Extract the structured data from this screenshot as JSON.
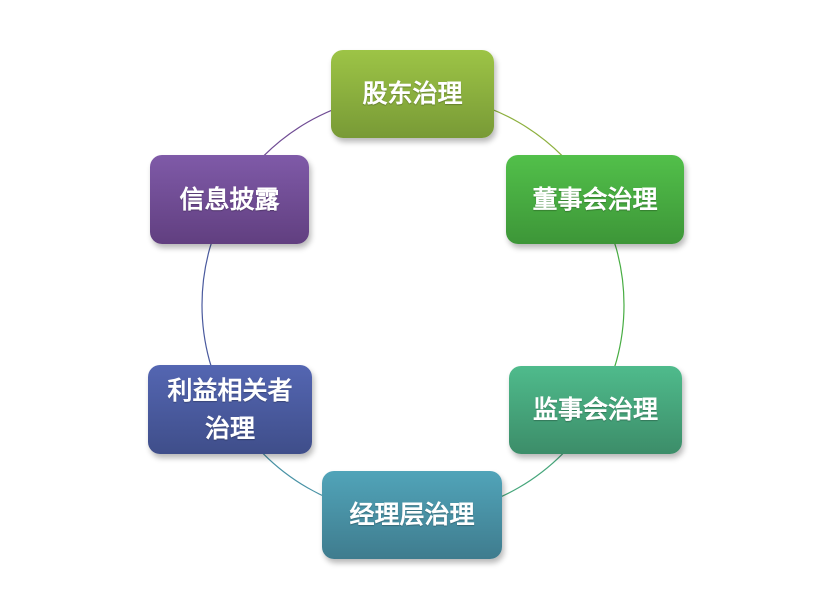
{
  "nodes": [
    {
      "label": "股东治理",
      "color": "#8db03e"
    },
    {
      "label": "董事会治理",
      "color": "#48ad43"
    },
    {
      "label": "监事会治理",
      "color": "#46a67b"
    },
    {
      "label": "经理层治理",
      "color": "#4892a5"
    },
    {
      "label": "利益相关者治理",
      "color": "#4a5a9e"
    },
    {
      "label": "信息披露",
      "color": "#704c94"
    }
  ]
}
